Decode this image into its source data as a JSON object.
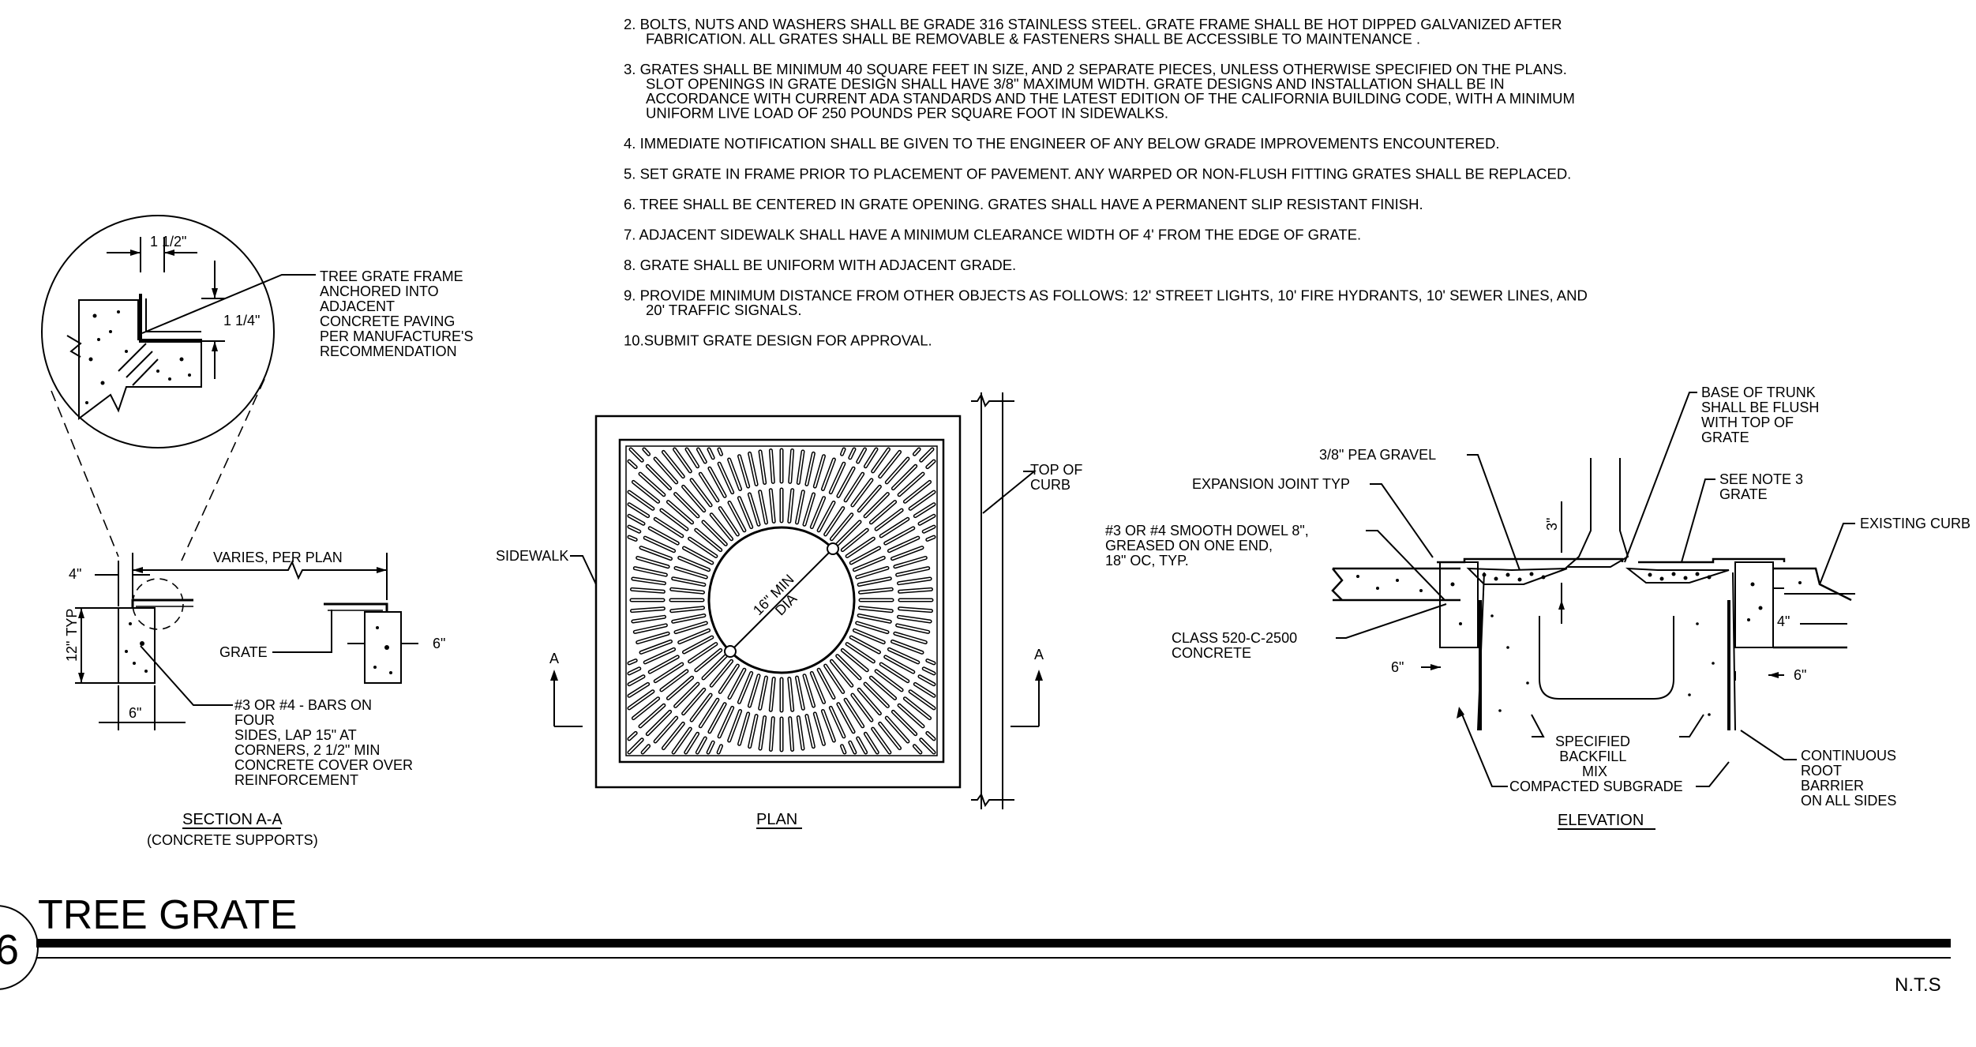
{
  "notes": [
    [
      "2. BOLTS, NUTS AND WASHERS SHALL BE GRADE 316 STAINLESS STEEL. GRATE FRAME SHALL BE HOT DIPPED GALVANIZED AFTER",
      "FABRICATION. ALL GRATES SHALL BE REMOVABLE & FASTENERS  SHALL BE ACCESSIBLE TO MAINTENANCE ."
    ],
    [
      "3. GRATES SHALL BE MINIMUM 40 SQUARE FEET IN SIZE, AND 2 SEPARATE PIECES, UNLESS OTHERWISE SPECIFIED ON THE PLANS.",
      "SLOT OPENINGS IN GRATE DESIGN SHALL HAVE 3/8\" MAXIMUM WIDTH. GRATE DESIGNS AND INSTALLATION SHALL BE IN",
      "ACCORDANCE WITH CURRENT ADA STANDARDS AND THE LATEST EDITION OF THE CALIFORNIA BUILDING CODE, WITH A MINIMUM",
      "UNIFORM LIVE LOAD OF 250 POUNDS PER SQUARE FOOT IN SIDEWALKS."
    ],
    [
      "4. IMMEDIATE NOTIFICATION SHALL BE GIVEN TO THE ENGINEER OF ANY BELOW GRADE IMPROVEMENTS ENCOUNTERED."
    ],
    [
      "5. SET GRATE IN FRAME PRIOR TO PLACEMENT OF PAVEMENT. ANY WARPED OR NON-FLUSH FITTING GRATES SHALL BE REPLACED."
    ],
    [
      "6. TREE SHALL BE CENTERED IN GRATE OPENING.  GRATES SHALL HAVE A PERMANENT SLIP RESISTANT FINISH."
    ],
    [
      "7. ADJACENT SIDEWALK SHALL HAVE A MINIMUM CLEARANCE WIDTH OF 4' FROM THE EDGE OF GRATE."
    ],
    [
      "8. GRATE SHALL BE UNIFORM WITH ADJACENT GRADE."
    ],
    [
      "9. PROVIDE MINIMUM DISTANCE FROM OTHER OBJECTS AS FOLLOWS: 12' STREET LIGHTS, 10' FIRE HYDRANTS, 10' SEWER LINES, AND",
      "20' TRAFFIC SIGNALS."
    ],
    [
      "10.SUBMIT GRATE DESIGN FOR APPROVAL."
    ]
  ],
  "detail": {
    "dim_1_half": "1 1/2\"",
    "dim_1_quarter": "1 1/4\"",
    "frame_callout": [
      "TREE GRATE FRAME",
      "ANCHORED INTO",
      "ADJACENT",
      "CONCRETE PAVING",
      "PER MANUFACTURE'S",
      "RECOMMENDATION"
    ]
  },
  "section": {
    "title": "SECTION A-A",
    "subtitle": "(CONCRETE SUPPORTS)",
    "varies": "VARIES, PER PLAN",
    "dim_4": "4\"",
    "dim_12_typ": [
      "12\"",
      "TYP"
    ],
    "dim_6_bottom": "6\"",
    "dim_6_right": "6\"",
    "grate": "GRATE",
    "bars": [
      "#3 OR #4 - BARS ON",
      "FOUR",
      "SIDES, LAP 15\" AT",
      "CORNERS, 2 1/2\" MIN",
      "CONCRETE COVER OVER",
      "REINFORCEMENT"
    ]
  },
  "plan": {
    "title": "PLAN",
    "sidewalk": "SIDEWALK",
    "top_of_curb": [
      "TOP OF",
      "CURB"
    ],
    "section_mark_left": "A",
    "section_mark_right": "A",
    "opening": [
      "16\" MIN",
      "DIA"
    ]
  },
  "elevation": {
    "title": "ELEVATION",
    "base_of_trunk": [
      "BASE OF TRUNK",
      "SHALL BE FLUSH",
      "WITH TOP OF",
      "GRATE"
    ],
    "pea_gravel": "3/8\" PEA GRAVEL",
    "expansion_joint": "EXPANSION JOINT TYP",
    "see_note": [
      "SEE NOTE 3",
      "GRATE"
    ],
    "existing_curb": "EXISTING CURB",
    "dowel": [
      "#3 OR #4 SMOOTH DOWEL 8\",",
      "GREASED ON ONE END,",
      "18\" OC, TYP."
    ],
    "dim_3": "3\"",
    "class_concrete": [
      "CLASS 520-C-2500",
      "CONCRETE"
    ],
    "dim_6_left": "6\"",
    "dim_6_right": "6\"",
    "dim_4": "4\"",
    "backfill": [
      "SPECIFIED",
      "BACKFILL",
      "MIX"
    ],
    "subgrade": "COMPACTED SUBGRADE",
    "root_barrier": [
      "CONTINUOUS",
      "ROOT",
      "BARRIER",
      "ON ALL SIDES"
    ]
  },
  "title_block": {
    "detail_number": "6",
    "title": "TREE GRATE",
    "scale": "N.T.S"
  }
}
